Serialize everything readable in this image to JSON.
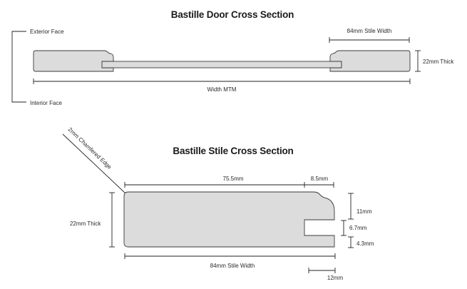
{
  "door_section": {
    "title": "Bastille Door Cross Section",
    "exterior_face": "Exterior Face",
    "interior_face": "Interior Face",
    "stile_width": "84mm Stile Width",
    "thickness": "22mm Thick",
    "width": "Width MTM"
  },
  "stile_section": {
    "title": "Bastille Stile Cross Section",
    "chamfer": "2mm Chamfered Edge",
    "thickness": "22mm Thick",
    "dim_main": "75.5mm",
    "dim_rebate": "8.5mm",
    "dim_11": "11mm",
    "dim_groove": "6.7mm",
    "dim_43": "4.3mm",
    "stile_width": "84mm Stile Width",
    "dim_12": "12mm"
  },
  "colors": {
    "part_fill": "#dcdcdc",
    "outline": "#3a3a3a"
  }
}
